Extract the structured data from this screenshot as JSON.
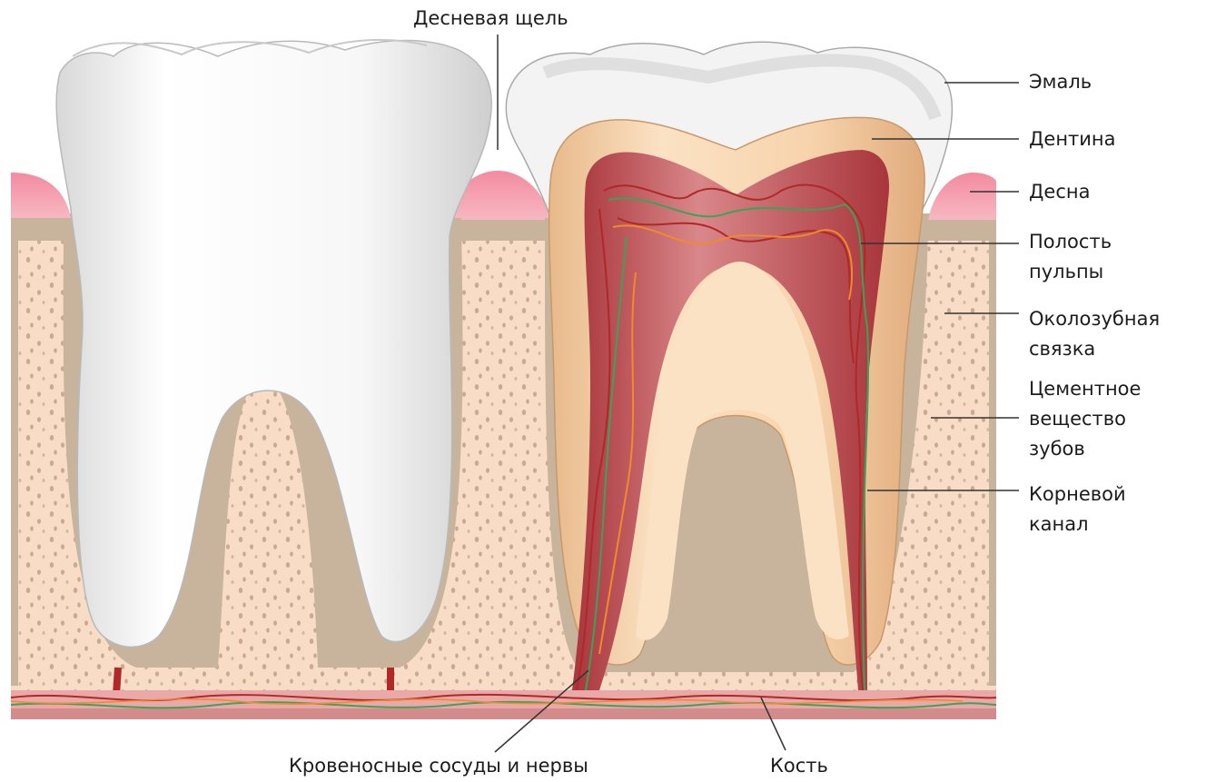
{
  "labels": {
    "gingival_sulcus": "Десневая щель",
    "enamel": "Эмаль",
    "dentin": "Дентина",
    "gum": "Десна",
    "pulp_cavity": "Полость\nпульпы",
    "periodontal_ligament": "Околозубная\nсвязка",
    "cementum": "Цементное\nвещество\nзубов",
    "root_canal": "Корневой\nканал",
    "vessels_nerves": "Кровеносные сосуды и нервы",
    "bone": "Кость"
  },
  "colors": {
    "enamel": "#f3f3f3",
    "dentin": "#f4cfa6",
    "pulp": "#b8474c",
    "gum": "#f39aab",
    "ligament": "#c8b49c",
    "bone": "#f8dcc6",
    "bone_dots": "#c9a994",
    "vessel_red": "#b02828",
    "nerve_green": "#3aa35a",
    "nerve_orange": "#f08a2c",
    "leader_line": "#333333"
  }
}
